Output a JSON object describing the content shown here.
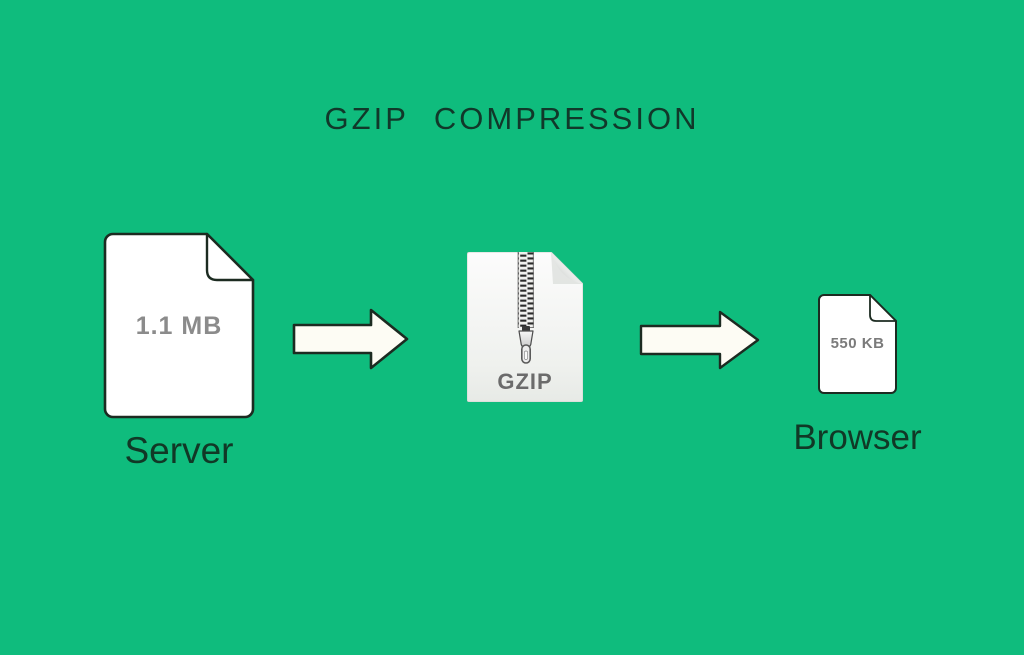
{
  "title": "GZIP COMPRESSION",
  "flow": {
    "server": {
      "file_size": "1.1 MB",
      "caption": "Server",
      "icon": "document-icon"
    },
    "compressor": {
      "label": "GZIP",
      "icon": "zip-file-icon"
    },
    "browser": {
      "file_size": "550 KB",
      "caption": "Browser",
      "icon": "document-icon"
    },
    "arrow_icon": "arrow-right-icon"
  },
  "colors": {
    "background": "#0fbc7d",
    "heading_text": "#11382a",
    "caption_text": "#113826",
    "file_size_text": "#8b8b8b",
    "gzip_label_text": "#6b6b6b",
    "shape_outline": "#1c2b21",
    "arrow_fill": "#fdfcf4",
    "document_fill": "#ffffff",
    "zip_page_gradient_top": "#fcfcfc",
    "zip_page_gradient_bottom": "#e7eae6"
  }
}
